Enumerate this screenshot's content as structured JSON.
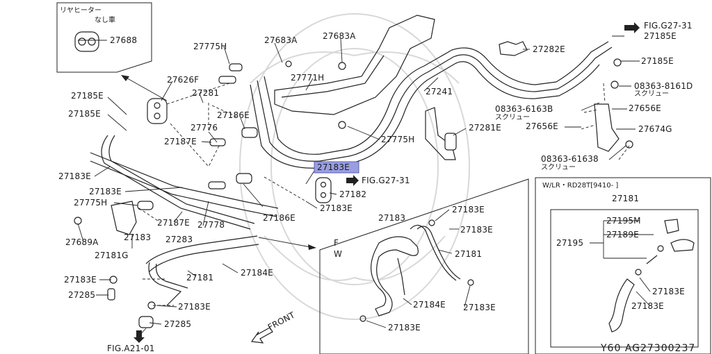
{
  "diagram": {
    "labels": {
      "rear_heater_note_line1": "リヤヒーター",
      "rear_heater_note_line2": "なし車",
      "p27688": "27688",
      "p27775h_top": "27775H",
      "p27683a_1": "27683A",
      "p27683a_2": "27683A",
      "fig_g27_31_top": "FIG.G27-31",
      "p27185e_tr1": "27185E",
      "p27282e": "27282E",
      "p27185e_tr2": "27185E",
      "p27626f": "27626F",
      "p27281": "27281",
      "p27771h": "27771H",
      "p27241": "27241",
      "p08363_8161d": "08363-8161D",
      "screw_1": "スクリュー",
      "p27185e_l1": "27185E",
      "p27185e_l2": "27185E",
      "p27186e_top": "27186E",
      "p08363_6163b": "08363-6163B",
      "screw_2": "スクリュー",
      "p27656e_r": "27656E",
      "p27776": "27776",
      "p27281e": "27281E",
      "p27656e_l": "27656E",
      "p27674g": "27674G",
      "p27187e_top": "27187E",
      "p27775h_mid": "27775H",
      "p08363_61638": "08363-61638",
      "screw_3": "スクリュー",
      "p27183e_hl": "27183E",
      "p27183e_l1": "27183E",
      "fig_g27_31_mid": "FIG.G27-31",
      "wlr_header": "W/LR・RD28T[9410-   ]",
      "p27183e_l2": "27183E",
      "p27182": "27182",
      "p27181_inset": "27181",
      "p27775h_low": "27775H",
      "p27183e_m1": "27183E",
      "p27183e_fw1": "27183E",
      "p27186e_low": "27186E",
      "p27187e_low": "27187E",
      "p27778": "27778",
      "p27183_fw": "27183",
      "p27183e_fw2": "27183E",
      "p27195m": "27195M",
      "p27195": "27195",
      "p27189e": "27189E",
      "p27689a": "27689A",
      "p27183_l": "27183",
      "p27283": "27283",
      "fw_f": "F",
      "fw_w": "W",
      "p27181_fw": "27181",
      "p27181g": "27181G",
      "p27184e_l": "27184E",
      "p27183e_l3": "27183E",
      "p27181_l": "27181",
      "p27183e_in1": "27183E",
      "p27285_1": "27285",
      "p27183e_in2": "27183E",
      "p27184e_fw": "27184E",
      "p27183e_fw3": "27183E",
      "p27183e_l4": "27183E",
      "front": "FRONT",
      "p27183e_fw4": "27183E",
      "p27285_2": "27285",
      "fig_a21_01": "FIG.A21-01",
      "drawing_code": "Y60  AG27300237"
    }
  },
  "colors": {
    "line": "#222222",
    "highlight_fill": "#9a9ee0",
    "highlight_stroke": "#5a5fb8",
    "watermark": "#d8d8d8"
  }
}
